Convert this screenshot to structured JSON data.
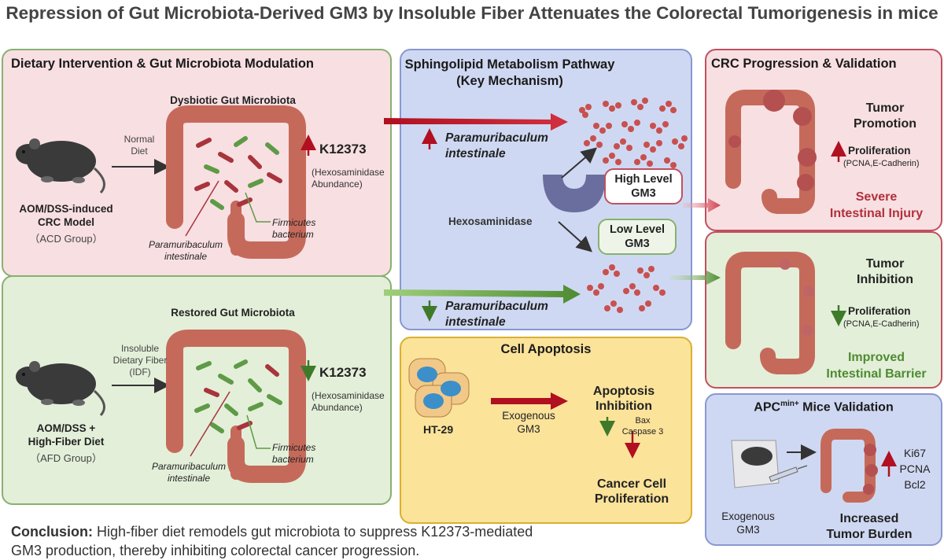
{
  "title": "Repression of Gut Microbiota-Derived GM3 by Insoluble Fiber Attenuates the Colorectal Tumorigenesis in mice",
  "colors": {
    "red_panel": "#f8dfe2",
    "red_border": "#c05060",
    "green_panel": "#e3efd9",
    "green_border": "#88b070",
    "blue_panel": "#cfd8f2",
    "blue_border": "#8898d0",
    "yellow_panel": "#fbe39a",
    "yellow_border": "#d9b030",
    "up_red": "#b01020",
    "down_green": "#3f7a2a",
    "injury_red": "#b0303c",
    "barrier_green": "#4e8b32"
  },
  "panel_diet": {
    "heading": "Dietary Intervention & Gut Microbiota Modulation",
    "top": {
      "subheading": "Dysbiotic Gut Microbiota",
      "diet_label": "Normal\nDiet",
      "model_label": "AOM/DSS-induced\nCRC Model",
      "group_label": "（ACD Group）",
      "gene": "K12373",
      "gene_note": "(Hexosaminidase\nAbundance)",
      "microbe1": "Paramuribaculum\nintestinale",
      "microbe2": "Firmicutes\nbacterium"
    },
    "bottom": {
      "subheading": "Restored Gut Microbiota",
      "diet_label": "Insoluble\nDietary Fiber\n(IDF)",
      "model_label": "AOM/DSS +\nHigh-Fiber Diet",
      "group_label": "（AFD Group）",
      "gene": "K12373",
      "gene_note": "(Hexosaminidase\nAbundance)",
      "microbe1": "Paramuribaculum\nintestinale",
      "microbe2": "Firmicutes\nbacterium"
    }
  },
  "panel_pathway": {
    "heading": "Sphingolipid Metabolism Pathway\n(Key Mechanism)",
    "microbe_up": "Paramuribaculum\nintestinale",
    "microbe_down": "Paramuribaculum\nintestinale",
    "enzyme": "Hexosaminidase",
    "high": "High Level\nGM3",
    "low": "Low Level\nGM3"
  },
  "panel_apoptosis": {
    "heading": "Cell Apoptosis",
    "cell": "HT-29",
    "treatment": "Exogenous\nGM3",
    "effect": "Apoptosis\nInhibition",
    "markers": "Bax\nCaspase 3",
    "outcome": "Cancer Cell\nProliferation"
  },
  "panel_crc": {
    "heading": "CRC Progression & Validation",
    "promotion": "Tumor\nPromotion",
    "prolif_label": "Proliferation",
    "prolif_markers": "(PCNA,E-Cadherin)",
    "injury": "Severe\nIntestinal Injury",
    "inhibition": "Tumor\nInhibition",
    "prolif_label2": "Proliferation",
    "prolif_markers2": "(PCNA,E-Cadherin)",
    "barrier": "Improved\nIntestinal Barrier"
  },
  "panel_apc": {
    "heading_main": "APC",
    "heading_sup": "min+",
    "heading_rest": " Mice Validation",
    "treatment": "Exogenous\nGM3",
    "markers": "Ki67\nPCNA\nBcl2",
    "outcome": "Increased\nTumor Burden"
  },
  "conclusion": {
    "label": "Conclusion:",
    "text": " High-fiber diet remodels gut microbiota to suppress K12373-mediated\nGM3 production, thereby inhibiting colorectal cancer progression."
  },
  "icons": [
    "mouse-icon",
    "colon-icon",
    "bacteria-icon",
    "enzyme-icon",
    "gm3-molecule-icon",
    "cell-icon",
    "syringe-icon",
    "up-arrow-icon",
    "down-arrow-icon"
  ]
}
